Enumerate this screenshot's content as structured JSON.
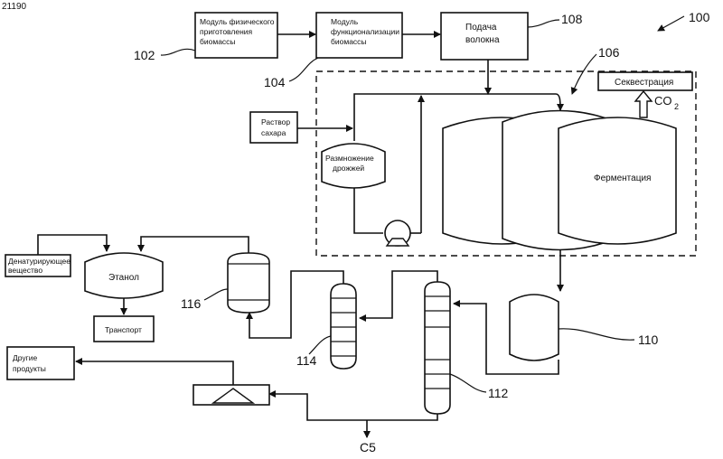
{
  "page_id": "21190",
  "figure_ref": "100",
  "modules": {
    "physical_prep": {
      "ref": "102",
      "lines": [
        "Модуль физического",
        "приготовления",
        "биомассы"
      ]
    },
    "functionalization": {
      "ref": "104",
      "lines": [
        "Модуль",
        "функционализации",
        "биомассы"
      ]
    },
    "fiber_feed": {
      "ref": "108",
      "lines": [
        "Подача",
        "волокна"
      ]
    }
  },
  "fermentation_module": {
    "ref": "106",
    "sequestration": "Секвестрация",
    "co2": "CO",
    "co2_sub": "2",
    "sugar_solution": [
      "Раствор",
      "сахара"
    ],
    "yeast": [
      "Размножение",
      "дрожжей"
    ],
    "fermentation": "Ферментация"
  },
  "downstream": {
    "tank_110": "110",
    "column_112": "112",
    "column_114": "114",
    "tank_116": "116",
    "denaturant": [
      "Денатурирующее",
      "вещество"
    ],
    "ethanol": "Этанол",
    "transport": "Транспорт",
    "other_products": [
      "Другие",
      "продукты"
    ],
    "c5": "C5"
  }
}
